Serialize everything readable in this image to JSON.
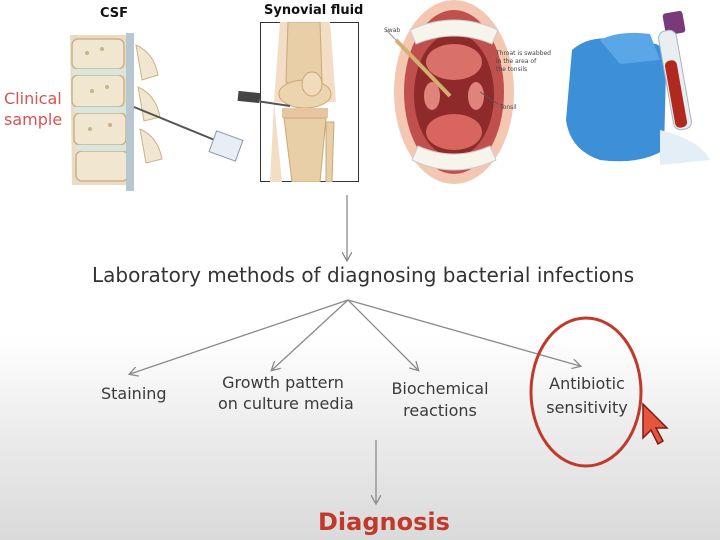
{
  "samples": {
    "heading": "Clinical\nsamples",
    "csf_label": "CSF",
    "synovial_label": "Synovial fluid",
    "throat": {
      "swab_label": "Swab",
      "note": "Throat is swabbed\nin the area of\nthe tonsils",
      "tonsil_label": "Tonsil"
    }
  },
  "title": "Laboratory methods of diagnosing bacterial infections",
  "methods": [
    {
      "label": "Staining"
    },
    {
      "label": "Growth pattern\non culture media"
    },
    {
      "label": "Biochemical\nreactions"
    },
    {
      "label": "Antibiotic\nsensitivity"
    }
  ],
  "result": "Diagnosis",
  "colors": {
    "accent": "#c0392b",
    "heading_red": "#d9534f",
    "arrow_gray": "#8a8a8a",
    "text": "#3a3a3a"
  },
  "icons": [
    "spine-image",
    "knee-image",
    "mouth-image",
    "blood-tube-image",
    "cursor-icon"
  ]
}
